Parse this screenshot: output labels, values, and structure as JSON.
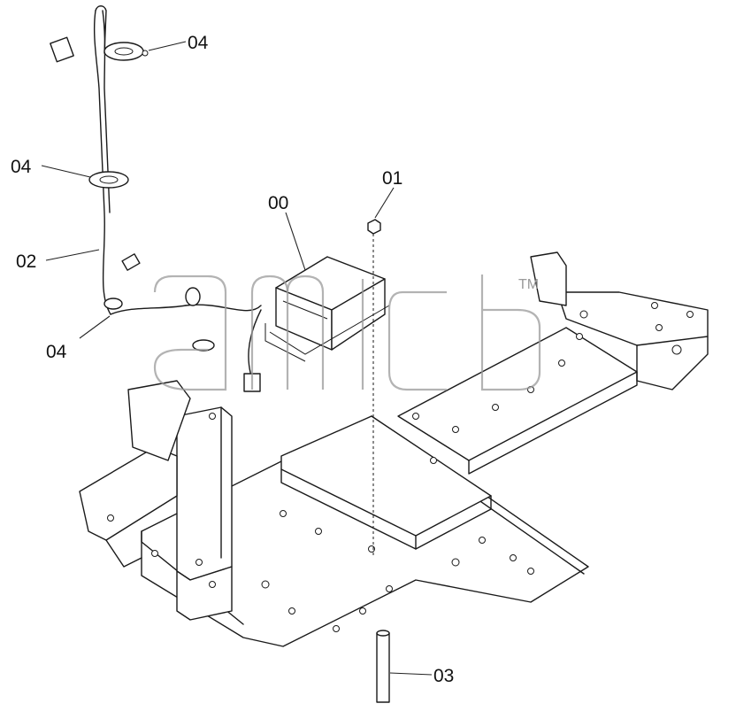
{
  "diagram": {
    "callouts": {
      "p00": "00",
      "p01": "01",
      "p02": "02",
      "p03": "03",
      "p04a": "04",
      "p04b": "04",
      "p04c": "04"
    },
    "watermark_mark": "TM",
    "colors": {
      "ink": "#1a1a1a",
      "watermark": "#9a9a9a",
      "background": "#ffffff"
    }
  }
}
